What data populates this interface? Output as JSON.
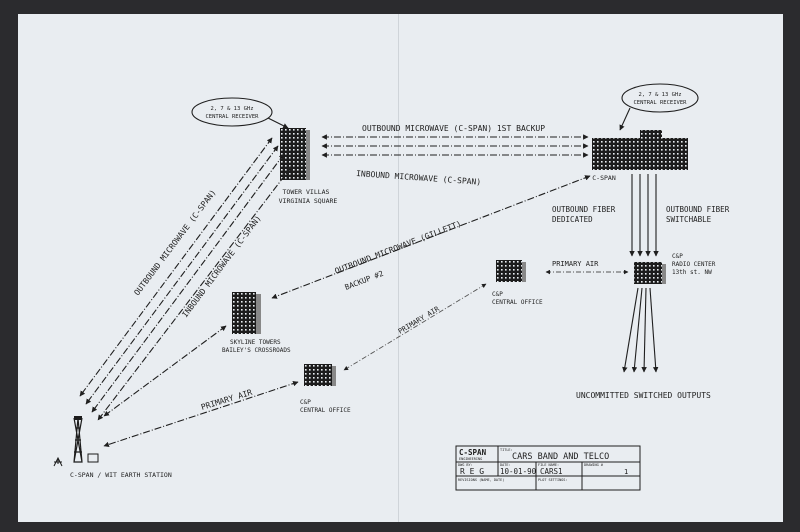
{
  "receiver_left": {
    "line1": "2, 7 & 13 GHz",
    "line2": "CENTRAL RECEIVER"
  },
  "receiver_right": {
    "line1": "2, 7 & 13 GHz",
    "line2": "CENTRAL RECEIVER"
  },
  "links": {
    "outbound_backup": "OUTBOUND MICROWAVE (C-SPAN)  1ST BACKUP",
    "inbound": "INBOUND MICROWAVE (C-SPAN)",
    "outbound_cspan": "OUTBOUND MICROWAVE (C-SPAN)",
    "inbound_cspan": "INBOUND MICROWAVE (C-SPAN)",
    "outbound_gillett": "OUTBOUND MICROWAVE (GILLETT)",
    "backup2": "BACKUP #2",
    "primary_air_top": "PRIMARY AIR",
    "primary_air_mid": "PRIMARY AIR",
    "primary_air_low": "PRIMARY AIR",
    "fiber_dedicated_1": "OUTBOUND FIBER",
    "fiber_dedicated_2": "DEDICATED",
    "fiber_switch_1": "OUTBOUND FIBER",
    "fiber_switch_2": "SWITCHABLE"
  },
  "nodes": {
    "tower_villas_1": "TOWER VILLAS",
    "tower_villas_2": "VIRGINIA SQUARE",
    "cspan": "C-SPAN",
    "radio_center_1": "C&P",
    "radio_center_2": "RADIO CENTER",
    "radio_center_3": "13th st. NW",
    "co_upper_1": "C&P",
    "co_upper_2": "CENTRAL OFFICE",
    "skyline_1": "SKYLINE TOWERS",
    "skyline_2": "BAILEY'S CROSSROADS",
    "co_lower_1": "C&P",
    "co_lower_2": "CENTRAL OFFICE",
    "earth_station": "C-SPAN / WIT EARTH STATION",
    "outputs": "UNCOMMITTED SWITCHED OUTPUTS"
  },
  "title_block": {
    "logo": "C-SPAN",
    "logo_sub": "ENGINEERING",
    "title_label": "TITLE:",
    "title": "CARS BAND AND TELCO",
    "dwg_by_label": "DWG BY:",
    "dwg_by": "R E G",
    "date_label": "DATE:",
    "date": "10-01-90",
    "file_label": "FILE NAME:",
    "file": "CARS1",
    "drawing_label": "DRAWING #",
    "drawing": "1",
    "revisions_label": "REVISIONS (NAME, DATE)",
    "plot_label": "PLOT SETTINGS:"
  }
}
